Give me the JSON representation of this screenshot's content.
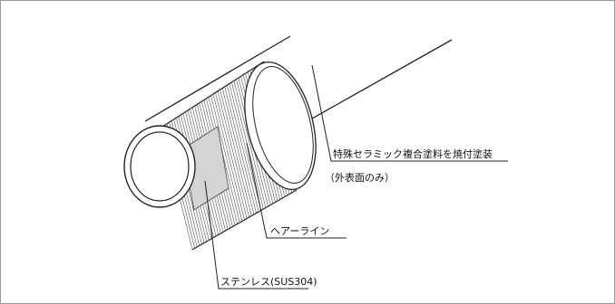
{
  "labels": {
    "coating_line1": "特殊セラミック複合塗料を焼付塗装",
    "coating_line2": "（外表面のみ）",
    "hairline": "ヘアーライン",
    "stainless": "ステンレス(SUS304)"
  },
  "colors": {
    "line": "#222222",
    "patch": "#d4d4d4",
    "frame": "#9a9a9a",
    "background": "#ffffff"
  }
}
